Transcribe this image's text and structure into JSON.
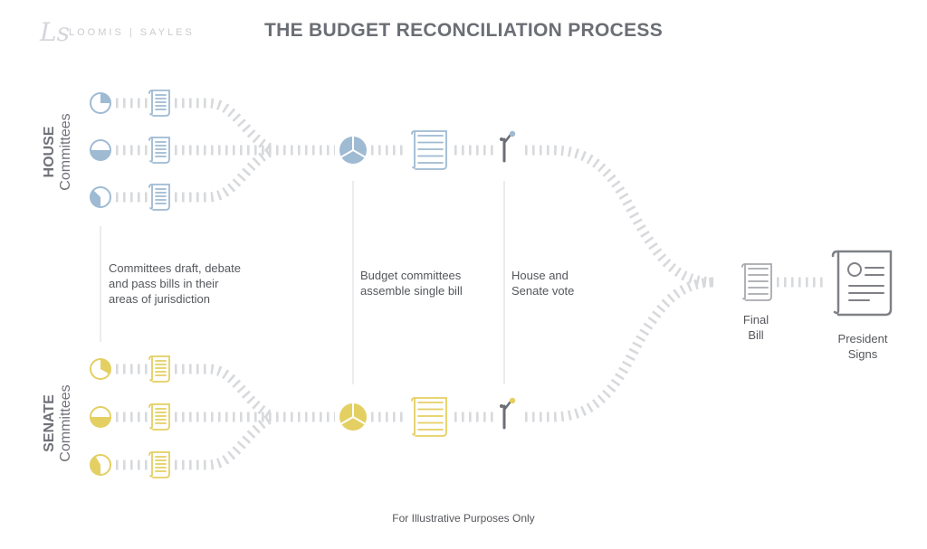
{
  "logo": {
    "mark": "Ls",
    "text": "LOOMIS | SAYLES"
  },
  "title": "THE BUDGET RECONCILIATION PROCESS",
  "house_label": {
    "line1": "HOUSE",
    "line2": "Committees"
  },
  "senate_label": {
    "line1": "SENATE",
    "line2": "Committees"
  },
  "desc_committees": "Committees draft, debate\nand pass bills in their\nareas of jurisdiction",
  "desc_budget": "Budget committees\nassemble single bill",
  "desc_vote": "House and\nSenate vote",
  "final_bill": "Final\nBill",
  "president_signs": "President\nSigns",
  "footer": "For Illustrative Purposes Only",
  "colors": {
    "house": "#9fbad3",
    "senate": "#e4cf62",
    "neutral": "#a7a9ae",
    "dash": "#d7d9dc"
  }
}
